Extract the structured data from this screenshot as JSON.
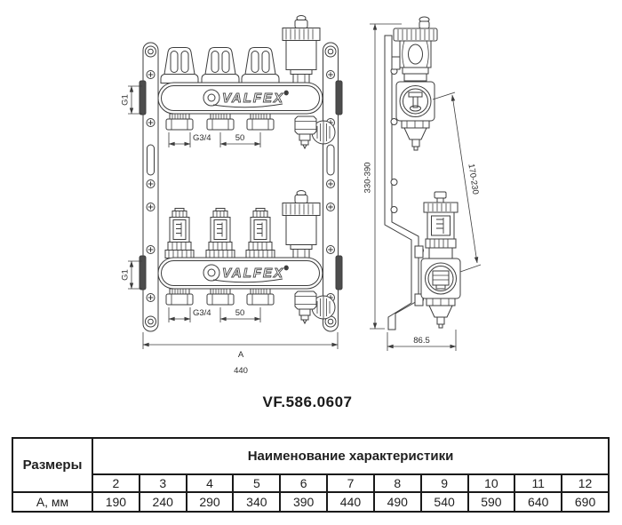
{
  "title": "VF.586.0607",
  "brand": {
    "logo_text": "VALFEX",
    "registered": "®"
  },
  "drawing": {
    "front_view": {
      "g1_top": "G1",
      "g1_bottom": "G1",
      "g34_top": "G3/4",
      "spacing_top": "50",
      "g34_bottom": "G3/4",
      "spacing_bottom": "50",
      "width_letter": "A",
      "width_value": "440"
    },
    "side_view": {
      "height_range": "330-390",
      "depth_range": "170-230",
      "base_depth": "86.5"
    }
  },
  "table": {
    "size_header": "Размеры",
    "characteristic_header": "Наименование характеристики",
    "row_label": "А, мм",
    "outlet_counts": [
      "2",
      "3",
      "4",
      "5",
      "6",
      "7",
      "8",
      "9",
      "10",
      "11",
      "12"
    ],
    "a_values": [
      "190",
      "240",
      "290",
      "340",
      "390",
      "440",
      "490",
      "540",
      "590",
      "640",
      "690"
    ]
  },
  "colors": {
    "line": "#3d3d3d",
    "dark_fill": "#4d4d4d",
    "border": "#1a1a1a"
  }
}
